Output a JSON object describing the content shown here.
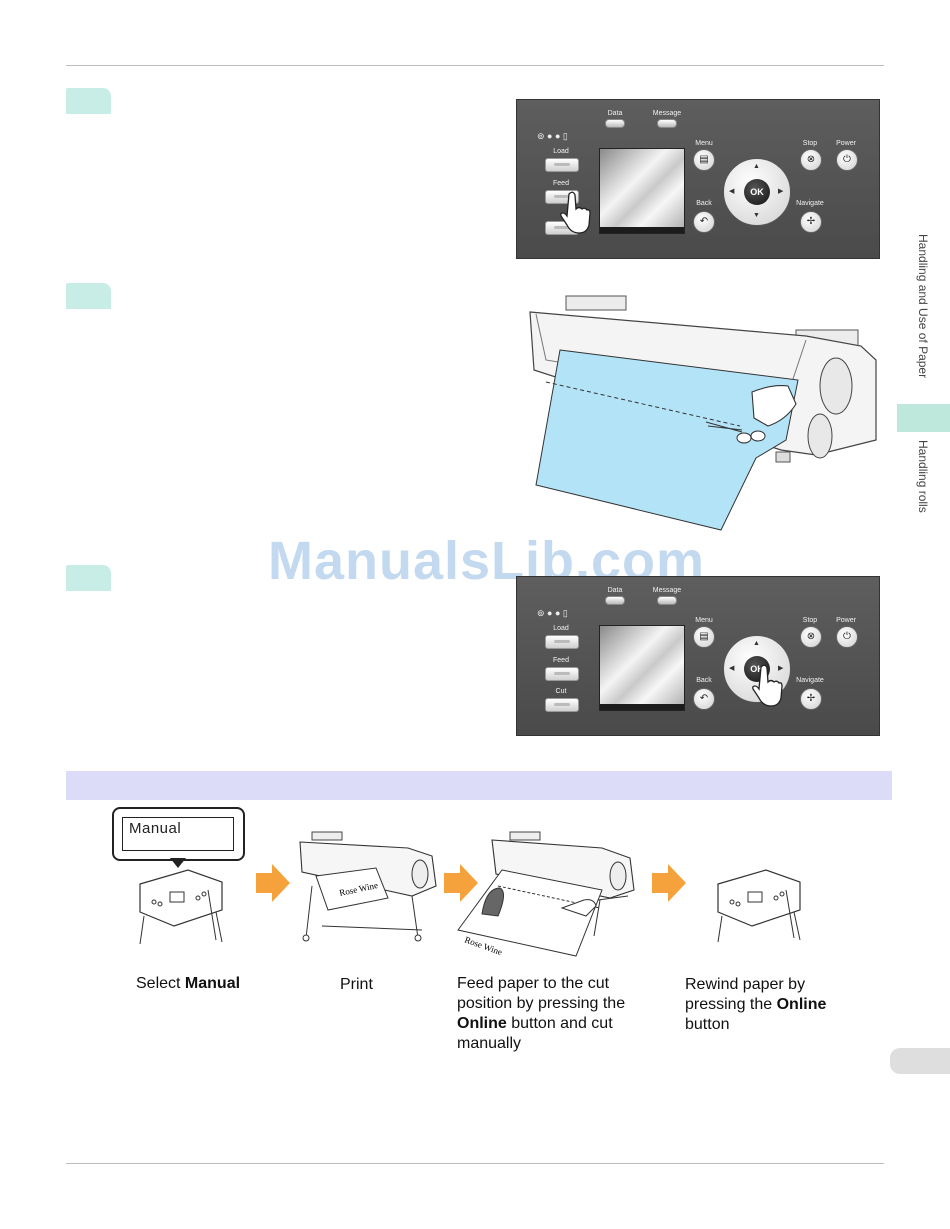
{
  "side_tabs": {
    "section": "Handling and Use of Paper",
    "subsection": "Handling rolls"
  },
  "watermark": "ManualsLib.com",
  "control_panel": {
    "data": "Data",
    "message": "Message",
    "menu": "Menu",
    "stop": "Stop",
    "power": "Power",
    "load": "Load",
    "feed": "Feed",
    "cut": "Cut",
    "back": "Back",
    "navigate": "Navigate",
    "ok": "OK"
  },
  "illustration": {
    "sheet_text": "Rose Wine"
  },
  "flow": {
    "callout_text": "Manual",
    "step1": {
      "prefix": "Select ",
      "bold": "Manual"
    },
    "step2": {
      "text": "Print"
    },
    "step3": {
      "line1": "Feed paper to the cut",
      "line2": "position by pressing the",
      "bold": "Online",
      "line3_rest": " button and cut",
      "line4": "manually"
    },
    "step4": {
      "line1": "Rewind paper by",
      "prefix2": "pressing the ",
      "bold": "Online",
      "line3": "button"
    }
  },
  "colors": {
    "step_tab": "#c8ece6",
    "band": "#dcdcf8",
    "arrow": "#f5a13c",
    "paper": "#b3e3f7"
  }
}
